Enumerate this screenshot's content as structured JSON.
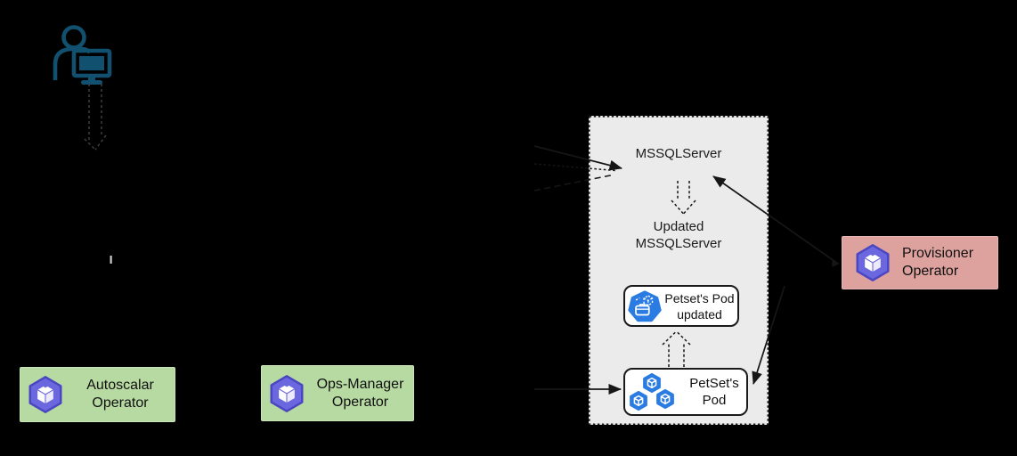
{
  "diagram": {
    "person": {
      "icon": "user-at-computer-icon",
      "color": "#11506e"
    },
    "panel": {
      "bg": "#ebebeb",
      "labels": {
        "mssqlserver": "MSSQLServer",
        "updated_line1": "Updated",
        "updated_line2": "MSSQLServer"
      },
      "boxes": {
        "petset_updated": {
          "line1": "Petset's Pod",
          "line2": "updated",
          "icon": "updated-pod-icon"
        },
        "petset_pod": {
          "line1": "PetSet's",
          "line2": "Pod",
          "icon": "pods-cluster-icon"
        }
      }
    },
    "operators": {
      "provisioner": {
        "line1": "Provisioner",
        "line2": "Operator",
        "bg": "#dda19e",
        "icon": "operator-icon"
      },
      "autoscalar": {
        "line1": "Autoscalar",
        "line2": "Operator",
        "bg": "#b7d9a2",
        "icon": "operator-icon"
      },
      "ops_manager": {
        "line1": "Ops-Manager",
        "line2": "Operator",
        "bg": "#b7d9a2",
        "icon": "operator-icon"
      }
    },
    "colors": {
      "background": "#000000",
      "pod_blue": "#2b7ce2",
      "operator_purple": "#6b67de",
      "operator_purple_dark": "#4a46c2",
      "line": "#1a1a1a",
      "person_icon": "#11506e"
    }
  }
}
